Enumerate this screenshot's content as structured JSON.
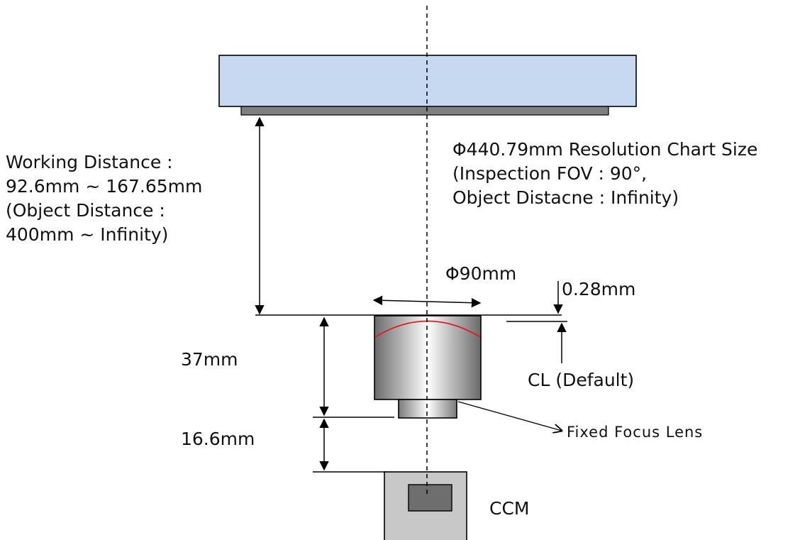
{
  "labels": {
    "working_distance": [
      "Working Distance :",
      "92.6mm ~ 167.65mm",
      "(Object Distance :",
      "400mm ~ Infinity)"
    ],
    "chart": [
      "Φ440.79mm Resolution Chart Size",
      "(Inspection FOV : 90°,",
      "Object Distacne : Infinity)"
    ],
    "lens_diameter": "Φ90mm",
    "gap": "0.28mm",
    "cl": "CL (Default)",
    "height_37": "37mm",
    "height_16": "16.6mm",
    "fixed_focus": "Fixed Focus Lens",
    "ccm": "CCM"
  },
  "colors": {
    "chart_fill": "#c6d9f0",
    "plate_fill": "#7f7f7f",
    "arc": "#e31a1c",
    "ccm_fill": "#c8c8c8",
    "ccm_sensor": "#6e6e6e"
  }
}
